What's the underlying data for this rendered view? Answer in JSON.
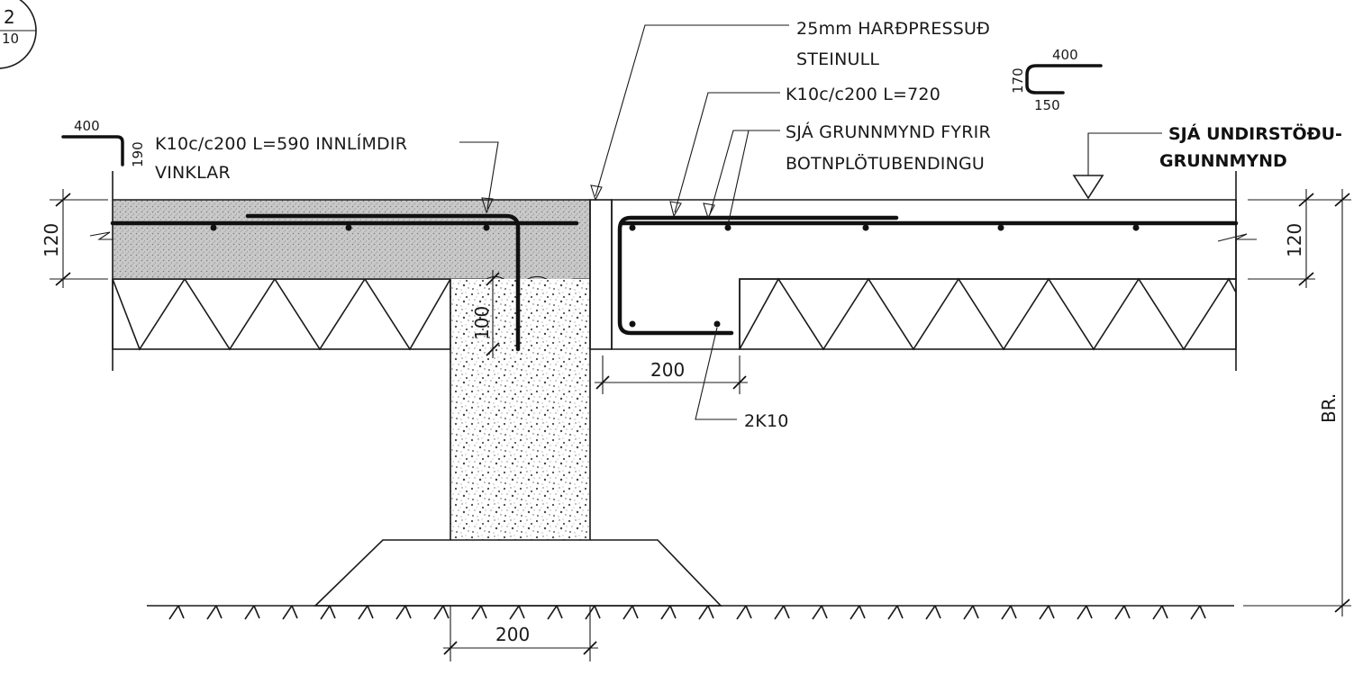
{
  "callout": {
    "number": "2",
    "sheet": "10"
  },
  "labels": {
    "insulation_line1": "25mm HARÐPRESSUÐ",
    "insulation_line2": "STEINULL",
    "bar_right": "K10c/c200 L=720",
    "see_plan_line1": "SJÁ GRUNNMYND FYRIR",
    "see_plan_line2": "BOTNPLÖTUBENDINGU",
    "see_foundation_line1": "SJÁ UNDIRSTÖÐU-",
    "see_foundation_line2": "GRUNNMYND",
    "bar_left_line1": "K10c/c200 L=590 INNLÍMDIR",
    "bar_left_line2": "VINKLAR",
    "bottom_bars": "2K10"
  },
  "bar_shapes": {
    "left": {
      "leg_a": "400",
      "leg_b": "190"
    },
    "right": {
      "leg_a": "400",
      "leg_b": "170",
      "leg_c": "150"
    }
  },
  "dimensions": {
    "slab_left": "120",
    "slab_right": "120",
    "overlap_depth": "100",
    "thickening_width": "200",
    "wall_width": "200",
    "depth_label": "BR."
  }
}
